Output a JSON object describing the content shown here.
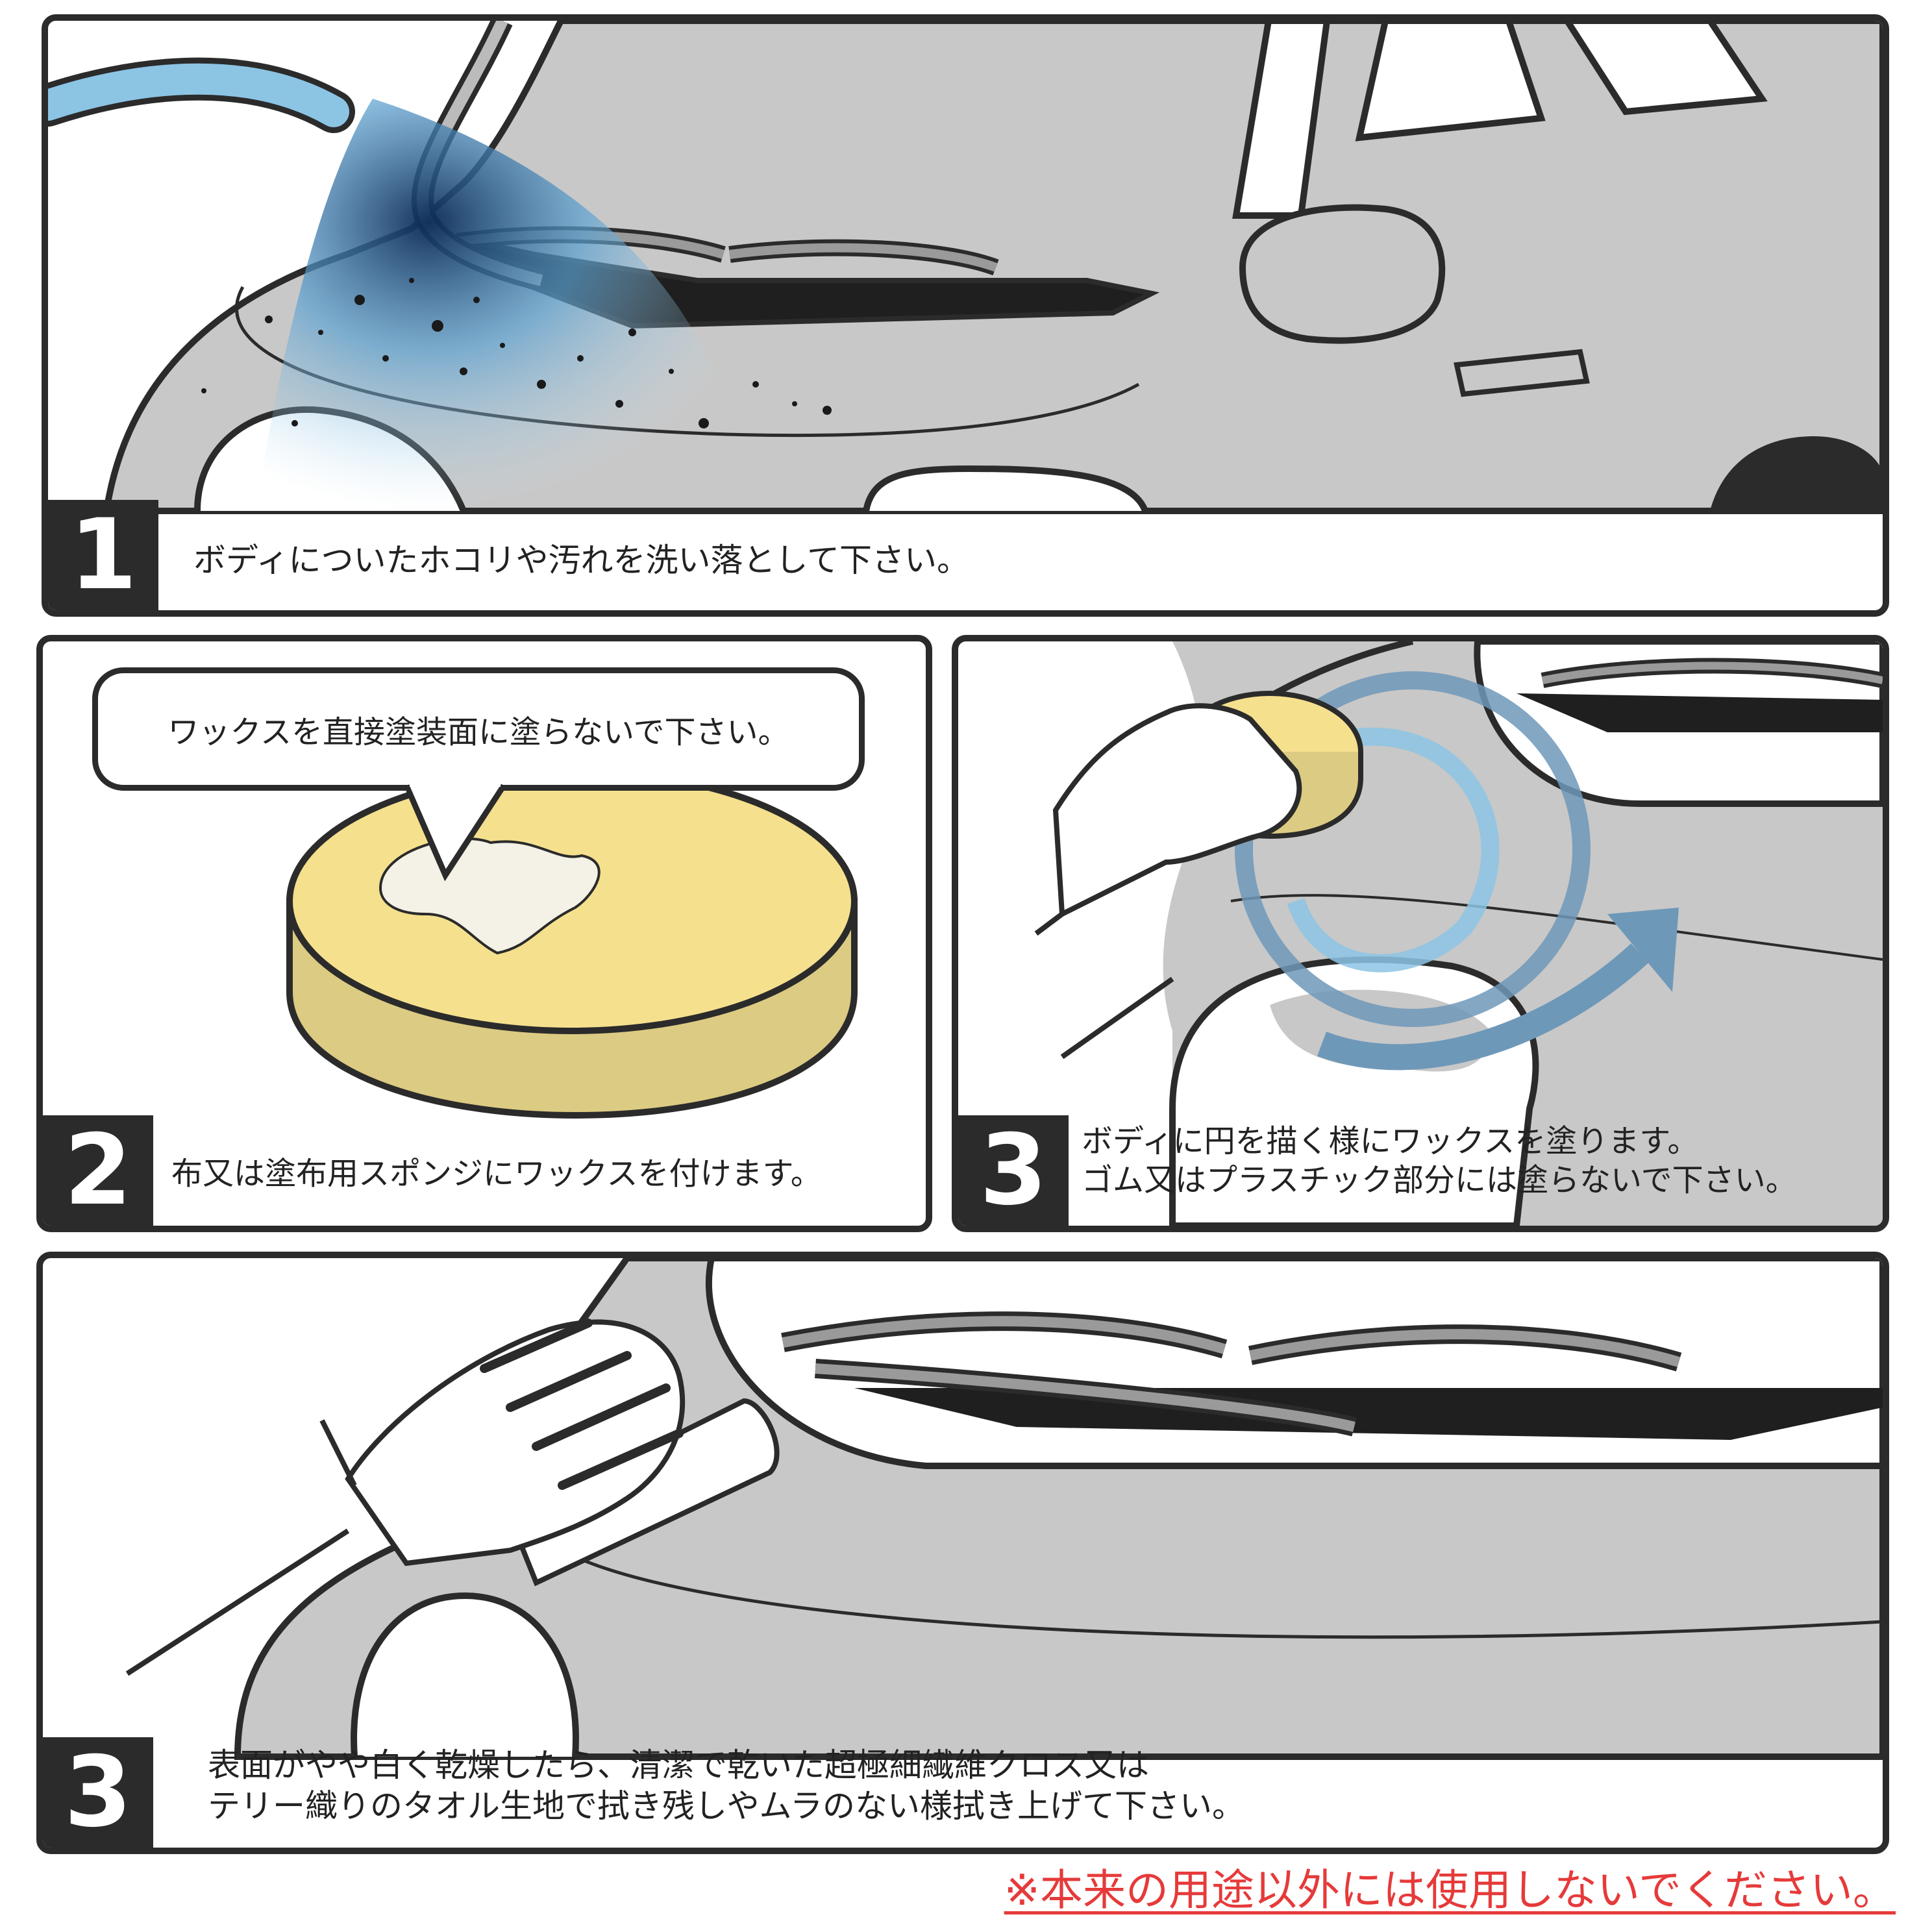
{
  "steps": [
    {
      "number": "1",
      "caption_lines": [
        "ボディについたホコリや汚れを洗い落として下さい。"
      ]
    },
    {
      "number": "2",
      "caption_lines": [
        "布又は塗布用スポンジにワックスを付けます。"
      ],
      "bubble": "ワックスを直接塗装面に塗らないで下さい。"
    },
    {
      "number": "3",
      "caption_lines": [
        "ボディに円を描く様にワックスを塗ります。",
        "ゴム又はプラスチック部分には塗らないで下さい。"
      ]
    },
    {
      "number": "3",
      "caption_lines": [
        "表面がやや白く乾燥したら、清潔で乾いた超極細繊維クロス又は",
        "テリー織りのタオル生地で拭き残しやムラのない様拭き上げて下さい。"
      ]
    }
  ],
  "notice": "※本来の用途以外には使用しないでください。",
  "colors": {
    "car_body": "#c8c8c8",
    "outline": "#2b2b2b",
    "window_dark": "#1f1f1f",
    "water_blue": "#8cc4e4",
    "sponge_top": "#f5e08e",
    "sponge_side": "#dccb82",
    "wax": "#f4f1e6",
    "circle_arrow": "#6e98b8",
    "notice_red": "#e63a3a"
  },
  "icons": [
    "car-illustration",
    "water-hose",
    "sponge",
    "hand",
    "circular-arrow",
    "cloth"
  ]
}
